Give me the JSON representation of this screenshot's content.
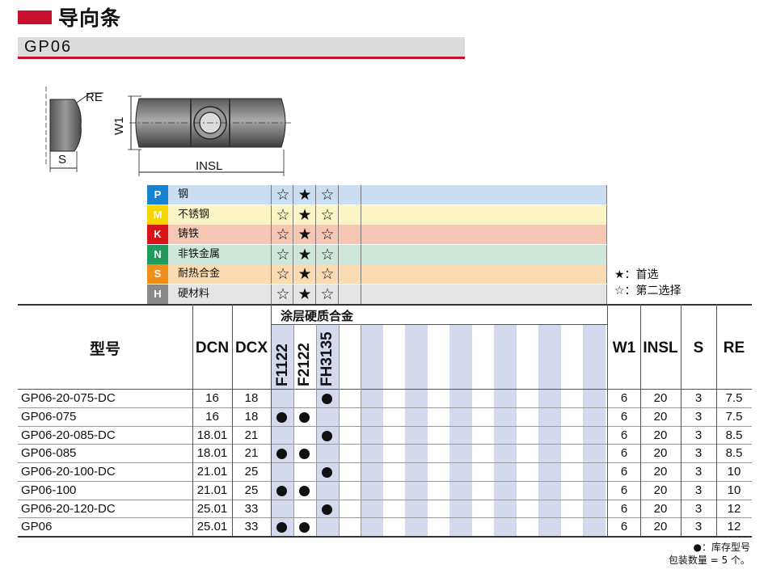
{
  "header": {
    "title": "导向条",
    "model": "GP06",
    "accent_color": "#c8102e"
  },
  "drawing": {
    "labels": {
      "re": "RE",
      "s": "S",
      "w1": "W1",
      "insl": "INSL"
    }
  },
  "grades": {
    "rows": [
      {
        "code": "P",
        "name": "钢",
        "color": "#1583cf",
        "row_bg": "#c9def3",
        "marks": [
          "☆",
          "★",
          "☆"
        ]
      },
      {
        "code": "M",
        "name": "不锈钢",
        "color": "#f6d500",
        "row_bg": "#fbf4c4",
        "marks": [
          "☆",
          "★",
          "☆"
        ]
      },
      {
        "code": "K",
        "name": "铸铁",
        "color": "#d6141a",
        "row_bg": "#f5c6b4",
        "marks": [
          "☆",
          "★",
          "☆"
        ]
      },
      {
        "code": "N",
        "name": "非铁金属",
        "color": "#1f9a5d",
        "row_bg": "#cde7d8",
        "marks": [
          "☆",
          "★",
          "☆"
        ]
      },
      {
        "code": "S",
        "name": "耐热合金",
        "color": "#ef8f17",
        "row_bg": "#fbdcb2",
        "marks": [
          "☆",
          "★",
          "☆"
        ]
      },
      {
        "code": "H",
        "name": "硬材料",
        "color": "#8a8a8a",
        "row_bg": "#e5e5e5",
        "marks": [
          "☆",
          "★",
          "☆"
        ]
      }
    ],
    "legend": {
      "preferred": "★：首选",
      "secondary": "☆：第二选择"
    }
  },
  "table": {
    "headers": {
      "model": "型号",
      "dcn": "DCN",
      "dcx": "DCX",
      "coating_group": "涂层硬质合金",
      "w1": "W1",
      "insl": "INSL",
      "s": "S",
      "re": "RE"
    },
    "grades": [
      "F1122",
      "F2122",
      "FH3135"
    ],
    "rows": [
      {
        "model": "GP06-20-075-DC",
        "dcn": "16",
        "dcx": "18",
        "stock": [
          false,
          false,
          true
        ],
        "w1": "6",
        "insl": "20",
        "s": "3",
        "re": "7.5"
      },
      {
        "model": "GP06-075",
        "dcn": "16",
        "dcx": "18",
        "stock": [
          true,
          true,
          false
        ],
        "w1": "6",
        "insl": "20",
        "s": "3",
        "re": "7.5"
      },
      {
        "model": "GP06-20-085-DC",
        "dcn": "18.01",
        "dcx": "21",
        "stock": [
          false,
          false,
          true
        ],
        "w1": "6",
        "insl": "20",
        "s": "3",
        "re": "8.5"
      },
      {
        "model": "GP06-085",
        "dcn": "18.01",
        "dcx": "21",
        "stock": [
          true,
          true,
          false
        ],
        "w1": "6",
        "insl": "20",
        "s": "3",
        "re": "8.5"
      },
      {
        "model": "GP06-20-100-DC",
        "dcn": "21.01",
        "dcx": "25",
        "stock": [
          false,
          false,
          true
        ],
        "w1": "6",
        "insl": "20",
        "s": "3",
        "re": "10"
      },
      {
        "model": "GP06-100",
        "dcn": "21.01",
        "dcx": "25",
        "stock": [
          true,
          true,
          false
        ],
        "w1": "6",
        "insl": "20",
        "s": "3",
        "re": "10"
      },
      {
        "model": "GP06-20-120-DC",
        "dcn": "25.01",
        "dcx": "33",
        "stock": [
          false,
          false,
          true
        ],
        "w1": "6",
        "insl": "20",
        "s": "3",
        "re": "12"
      },
      {
        "model": "GP06",
        "dcn": "25.01",
        "dcx": "33",
        "stock": [
          true,
          true,
          false
        ],
        "w1": "6",
        "insl": "20",
        "s": "3",
        "re": "12"
      }
    ],
    "shade_color": "#d5d9ee"
  },
  "footnote": {
    "stock": "●：库存型号",
    "pack": "包装数量 = 5 个。"
  }
}
